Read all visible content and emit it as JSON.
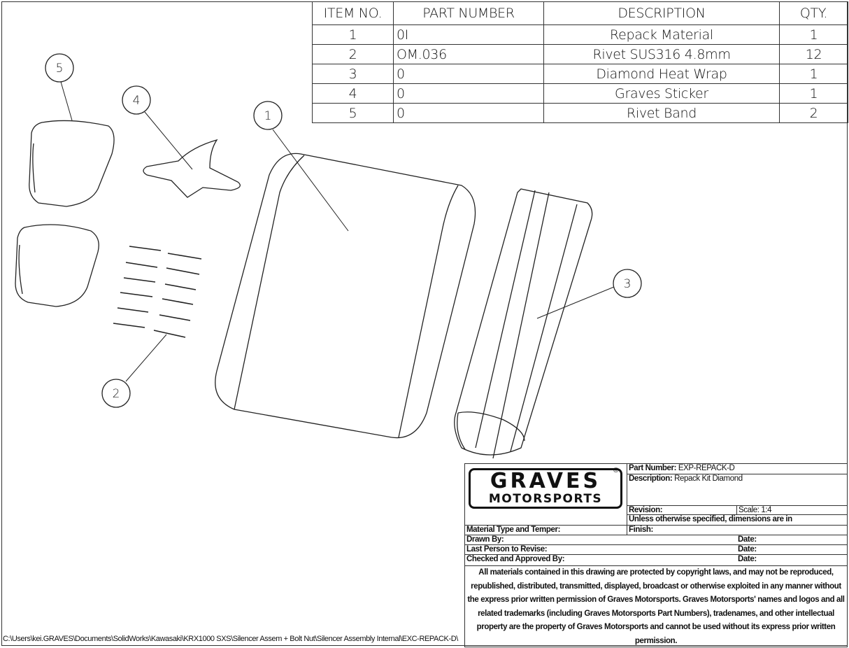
{
  "bom": {
    "headers": [
      "ITEM NO.",
      "PART NUMBER",
      "DESCRIPTION",
      "QTY."
    ],
    "rows": [
      {
        "item": "1",
        "part": "0I",
        "desc": "Repack Material",
        "qty": "1"
      },
      {
        "item": "2",
        "part": "OM.036",
        "desc": "Rivet SUS316 4.8mm",
        "qty": "12"
      },
      {
        "item": "3",
        "part": "0",
        "desc": "Diamond Heat Wrap",
        "qty": "1"
      },
      {
        "item": "4",
        "part": "0",
        "desc": "Graves Sticker",
        "qty": "1"
      },
      {
        "item": "5",
        "part": "0",
        "desc": "Rivet Band",
        "qty": "2"
      }
    ]
  },
  "balloons": [
    "1",
    "2",
    "3",
    "4",
    "5"
  ],
  "title_block": {
    "logo": {
      "line1": "GRAVES",
      "line2": "MOTORSPORTS",
      "mark": "®"
    },
    "part_number_label": "Part Number:",
    "part_number": "EXP-REPACK-D",
    "description_label": "Description:",
    "description": "Repack Kit Diamond",
    "revision_label": "Revision:",
    "scale": "Scale: 1:4",
    "units_note": "Unless otherwise specified, dimensions are in",
    "material_label": "Material Type and Temper:",
    "finish_label": "Finish:",
    "drawn_by_label": "Drawn By:",
    "last_revise_label": "Last Person to Revise:",
    "checked_label": "Checked and Approved By:",
    "date_label": "Date:",
    "copyright": "All materials contained in this drawing are protected by copyright laws, and may not be reproduced, republished, distributed, transmitted, displayed, broadcast or otherwise exploited in any manner without the express prior written permission of Graves Motorsports. Graves Motorsports' names and logos and all related trademarks (including Graves Motorsports Part Numbers), tradenames, and other intellectual property are the property of Graves Motorsports and cannot be used without its express prior written permission."
  },
  "file_path": "C:\\Users\\kei.GRAVES\\Documents\\SolidWorks\\Kawasaki\\KRX1000 SXS\\Silencer Assem + Bolt Nut\\Silencer Assembly Internal\\EXC-REPACK-D\\"
}
